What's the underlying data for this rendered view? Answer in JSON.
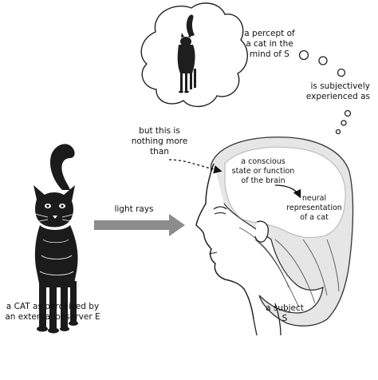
{
  "labels": {
    "percept_line1": "a percept of",
    "percept_line2": "a cat in the",
    "percept_line3": "mind of S",
    "subjective_line1": "is subjectively",
    "subjective_line2": "experienced as",
    "nothing_line1": "but this is",
    "nothing_line2": "nothing more",
    "nothing_line3": "than",
    "conscious_line1": "a conscious",
    "conscious_line2": "state or function",
    "conscious_line3": "of the brain",
    "neural_line1": "neural",
    "neural_line2": "representation",
    "neural_line3": "of a cat",
    "light_rays": "light rays",
    "cat_line1": "a CAT as perceived by",
    "cat_line2": "an external observer E",
    "subject_line1": "a subject",
    "subject_line2": "S"
  },
  "colors": {
    "arrow_gray": "#8c8c8c",
    "brain_gray": "#bdbdbd",
    "ink": "#111111"
  }
}
